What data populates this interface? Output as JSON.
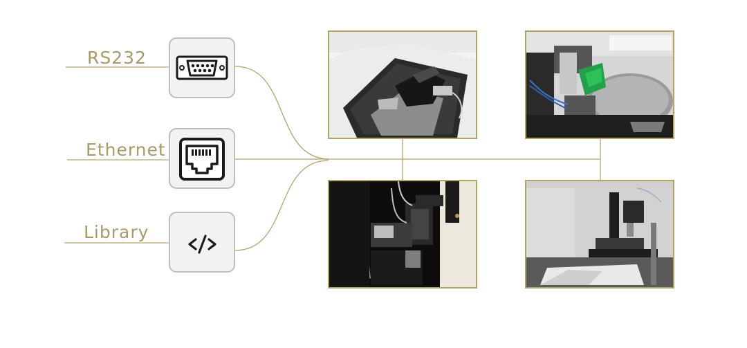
{
  "interfaces": [
    {
      "label": "RS232",
      "icon": "serial-port-icon"
    },
    {
      "label": "Ethernet",
      "icon": "ethernet-port-icon"
    },
    {
      "label": "Library",
      "icon": "code-icon"
    }
  ],
  "colors": {
    "accent_gold": "#a89a66",
    "frame_gold": "#b2a468",
    "box_border": "#bdbdbd",
    "box_fill": "#f2f2f2",
    "icon_dark": "#1a1a1a"
  },
  "photos": [
    {
      "subject": "stage-module-photo"
    },
    {
      "subject": "wafer-handler-photo"
    },
    {
      "subject": "microscope-unit-photo"
    },
    {
      "subject": "inspection-station-photo"
    }
  ]
}
